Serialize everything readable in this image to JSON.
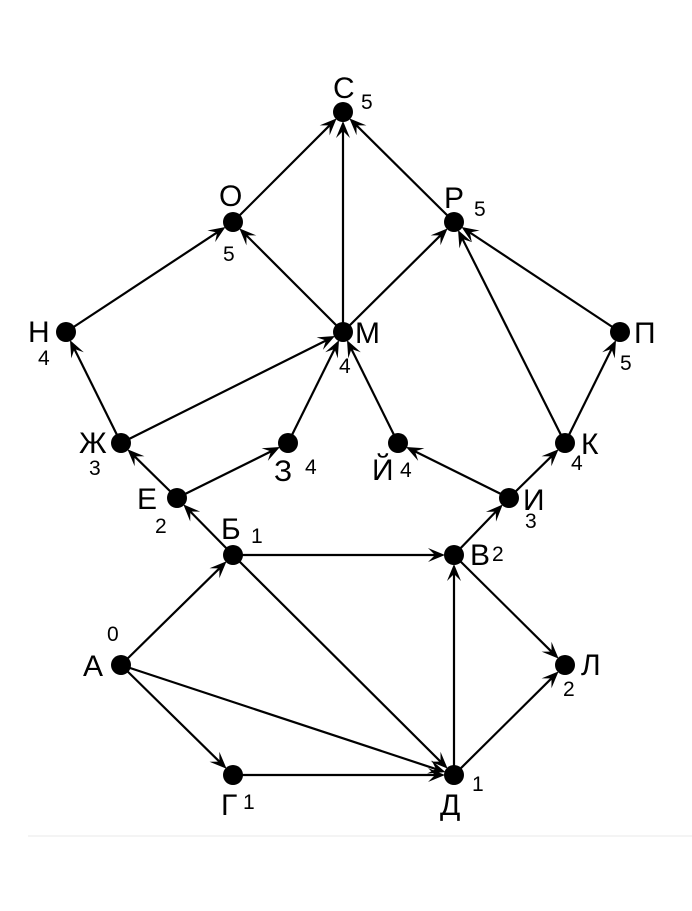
{
  "nodes": [
    {
      "id": "A",
      "label": "А",
      "value": "0"
    },
    {
      "id": "B",
      "label": "Б",
      "value": "1"
    },
    {
      "id": "G",
      "label": "Г",
      "value": "1"
    },
    {
      "id": "D",
      "label": "Д",
      "value": "1"
    },
    {
      "id": "V",
      "label": "В",
      "value": "2"
    },
    {
      "id": "L",
      "label": "Л",
      "value": "2"
    },
    {
      "id": "E",
      "label": "Е",
      "value": "2"
    },
    {
      "id": "Zh",
      "label": "Ж",
      "value": "3"
    },
    {
      "id": "Z",
      "label": "З",
      "value": "4"
    },
    {
      "id": "I",
      "label": "И",
      "value": "3"
    },
    {
      "id": "Y",
      "label": "Й",
      "value": "4"
    },
    {
      "id": "K",
      "label": "К",
      "value": "4"
    },
    {
      "id": "N",
      "label": "Н",
      "value": "4"
    },
    {
      "id": "M",
      "label": "М",
      "value": "4"
    },
    {
      "id": "O",
      "label": "О",
      "value": "5"
    },
    {
      "id": "R",
      "label": "Р",
      "value": "5"
    },
    {
      "id": "P",
      "label": "П",
      "value": "5"
    },
    {
      "id": "S",
      "label": "С",
      "value": "5"
    }
  ],
  "edges": [
    {
      "from": "A",
      "to": "B"
    },
    {
      "from": "A",
      "to": "G"
    },
    {
      "from": "A",
      "to": "D"
    },
    {
      "from": "G",
      "to": "D"
    },
    {
      "from": "B",
      "to": "D"
    },
    {
      "from": "B",
      "to": "V"
    },
    {
      "from": "B",
      "to": "E"
    },
    {
      "from": "D",
      "to": "V"
    },
    {
      "from": "D",
      "to": "L"
    },
    {
      "from": "V",
      "to": "L"
    },
    {
      "from": "V",
      "to": "I"
    },
    {
      "from": "E",
      "to": "Zh"
    },
    {
      "from": "E",
      "to": "Z"
    },
    {
      "from": "Zh",
      "to": "N"
    },
    {
      "from": "Zh",
      "to": "M"
    },
    {
      "from": "Z",
      "to": "M"
    },
    {
      "from": "I",
      "to": "Y"
    },
    {
      "from": "I",
      "to": "K"
    },
    {
      "from": "Y",
      "to": "M"
    },
    {
      "from": "K",
      "to": "P"
    },
    {
      "from": "K",
      "to": "R"
    },
    {
      "from": "N",
      "to": "O"
    },
    {
      "from": "M",
      "to": "O"
    },
    {
      "from": "M",
      "to": "S"
    },
    {
      "from": "M",
      "to": "R"
    },
    {
      "from": "O",
      "to": "S"
    },
    {
      "from": "R",
      "to": "S"
    },
    {
      "from": "P",
      "to": "R"
    }
  ]
}
